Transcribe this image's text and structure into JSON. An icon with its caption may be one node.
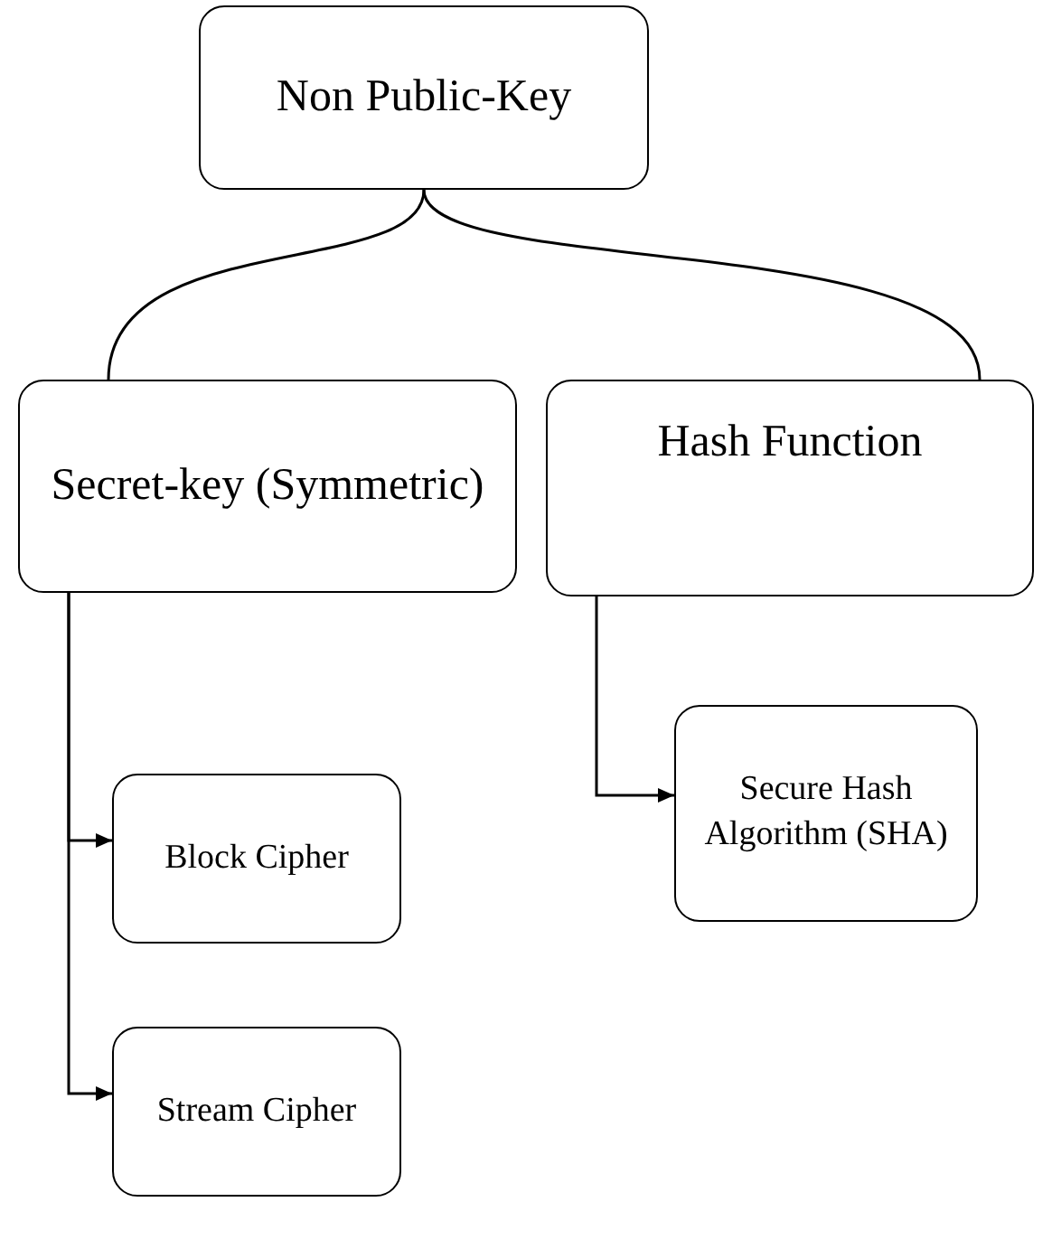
{
  "diagram": {
    "nodes": [
      {
        "text": [
          "Non Public-Key"
        ]
      },
      {
        "text": [
          "Secret-key (Symmetric)"
        ]
      },
      {
        "text": [
          "Hash Function"
        ]
      },
      {
        "text": [
          "Secure Hash Algorithm (SHA)"
        ]
      },
      {
        "text": [
          "Block Cipher"
        ]
      },
      {
        "text": [
          "Stream Cipher"
        ]
      }
    ],
    "edges": [
      {
        "from": 0,
        "to": 1,
        "arrow": "none"
      },
      {
        "from": 0,
        "to": 2,
        "arrow": "none"
      },
      {
        "from": 2,
        "to": 3,
        "arrow": "to"
      },
      {
        "from": 1,
        "to": 4,
        "arrow": "to"
      },
      {
        "from": 1,
        "to": 5,
        "arrow": "to"
      }
    ]
  }
}
